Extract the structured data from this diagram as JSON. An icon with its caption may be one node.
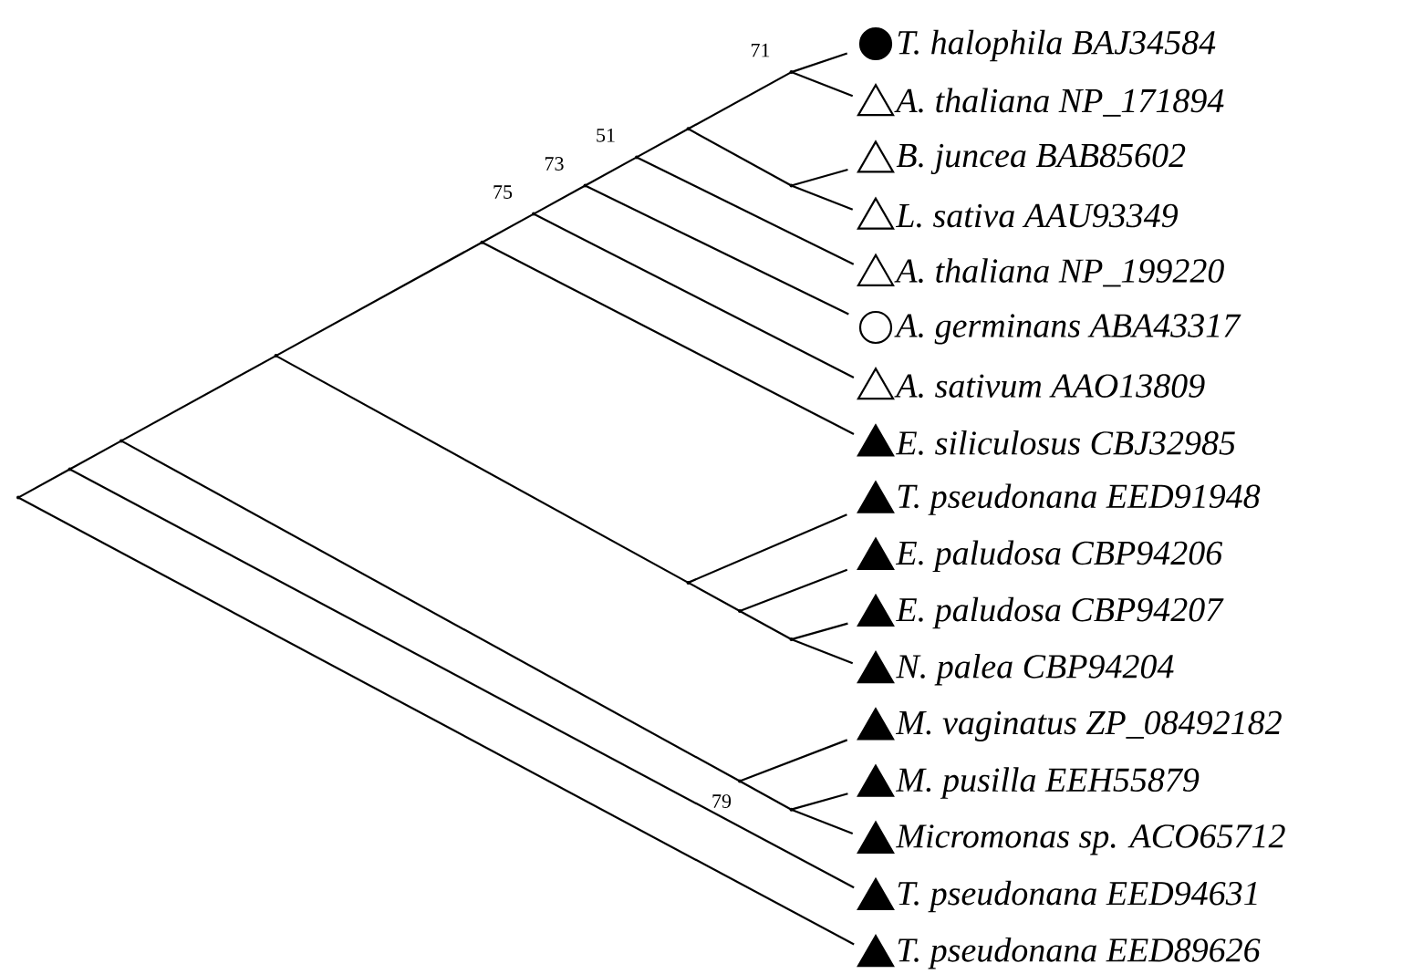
{
  "diagram": {
    "nodes": [
      {
        "text": [],
        "shape": "circle",
        "beside": [
          "T. halophila BAJ34584"
        ]
      },
      {
        "text": [],
        "shape": "triangle",
        "beside": [
          "A. thaliana NP_171894"
        ]
      },
      {
        "text": [],
        "shape": "triangle",
        "beside": [
          "B. juncea BAB85602"
        ]
      },
      {
        "text": [],
        "shape": "triangle",
        "beside": [
          "L. sativa AAU93349"
        ]
      },
      {
        "text": [],
        "shape": "triangle",
        "beside": [
          "A. thaliana NP_199220"
        ]
      },
      {
        "text": [],
        "shape": "circle",
        "beside": [
          "A. germinans ABA43317"
        ]
      },
      {
        "text": [],
        "shape": "triangle",
        "beside": [
          "A. sativum AAO13809"
        ]
      },
      {
        "text": [],
        "shape": "triangle",
        "beside": [
          "E. siliculosus CBJ32985"
        ]
      },
      {
        "text": [],
        "shape": "triangle",
        "beside": [
          "T. pseudonana EED91948"
        ]
      },
      {
        "text": [],
        "shape": "triangle",
        "beside": [
          "E. paludosa CBP94206"
        ]
      },
      {
        "text": [],
        "shape": "triangle",
        "beside": [
          "E. paludosa CBP94207"
        ]
      },
      {
        "text": [],
        "shape": "triangle",
        "beside": [
          "N. palea CBP94204"
        ]
      },
      {
        "text": [],
        "shape": "triangle",
        "beside": [
          "M. vaginatus ZP_08492182"
        ]
      },
      {
        "text": [],
        "shape": "triangle",
        "beside": [
          "M. pusilla EEH55879"
        ]
      },
      {
        "text": [],
        "shape": "triangle",
        "beside": [
          "Micromonas sp. ACO65712"
        ]
      },
      {
        "text": [],
        "shape": "triangle",
        "beside": [
          "T. pseudonana EED94631"
        ]
      },
      {
        "text": [],
        "shape": "triangle",
        "beside": [
          "T. pseudonana EED89626"
        ]
      },
      {
        "text": [],
        "shape": "point"
      },
      {
        "text": [],
        "shape": "point"
      },
      {
        "text": [],
        "shape": "point"
      },
      {
        "text": [],
        "shape": "point"
      },
      {
        "text": [],
        "shape": "point"
      },
      {
        "text": [],
        "shape": "point",
        "beside": [
          "75"
        ]
      },
      {
        "text": [],
        "shape": "point",
        "beside": [
          "73"
        ]
      },
      {
        "text": [],
        "shape": "point",
        "beside": [
          "51"
        ]
      },
      {
        "text": [],
        "shape": "point"
      },
      {
        "text": [],
        "shape": "point",
        "beside": [
          "71"
        ]
      },
      {
        "text": [],
        "shape": "point"
      },
      {
        "text": [],
        "shape": "point"
      },
      {
        "text": [],
        "shape": "point"
      },
      {
        "text": [],
        "shape": "point"
      },
      {
        "text": [],
        "shape": "point",
        "beside": [
          "79"
        ]
      },
      {
        "text": [],
        "shape": "point"
      }
    ],
    "edges": [
      {
        "from": 17,
        "to": 18,
        "arrow": "none"
      },
      {
        "from": 17,
        "to": 16,
        "arrow": "none"
      },
      {
        "from": 18,
        "to": 19,
        "arrow": "none"
      },
      {
        "from": 18,
        "to": 15,
        "arrow": "none"
      },
      {
        "from": 19,
        "to": 20,
        "arrow": "none"
      },
      {
        "from": 19,
        "to": 31,
        "arrow": "none"
      },
      {
        "from": 20,
        "to": 21,
        "arrow": "none"
      },
      {
        "from": 20,
        "to": 28,
        "arrow": "none"
      },
      {
        "from": 21,
        "to": 22,
        "arrow": "none"
      },
      {
        "from": 21,
        "to": 7,
        "arrow": "none"
      },
      {
        "from": 22,
        "to": 23,
        "arrow": "none"
      },
      {
        "from": 22,
        "to": 6,
        "arrow": "none"
      },
      {
        "from": 23,
        "to": 24,
        "arrow": "none"
      },
      {
        "from": 23,
        "to": 5,
        "arrow": "none"
      },
      {
        "from": 24,
        "to": 25,
        "arrow": "none"
      },
      {
        "from": 24,
        "to": 4,
        "arrow": "none"
      },
      {
        "from": 25,
        "to": 26,
        "arrow": "none"
      },
      {
        "from": 25,
        "to": 27,
        "arrow": "none"
      },
      {
        "from": 26,
        "to": 0,
        "arrow": "none"
      },
      {
        "from": 26,
        "to": 1,
        "arrow": "none"
      },
      {
        "from": 27,
        "to": 2,
        "arrow": "none"
      },
      {
        "from": 27,
        "to": 3,
        "arrow": "none"
      },
      {
        "from": 28,
        "to": 8,
        "arrow": "none"
      },
      {
        "from": 28,
        "to": 29,
        "arrow": "none"
      },
      {
        "from": 29,
        "to": 9,
        "arrow": "none"
      },
      {
        "from": 29,
        "to": 30,
        "arrow": "none"
      },
      {
        "from": 30,
        "to": 10,
        "arrow": "none"
      },
      {
        "from": 30,
        "to": 11,
        "arrow": "none"
      },
      {
        "from": 31,
        "to": 12,
        "arrow": "none"
      },
      {
        "from": 31,
        "to": 32,
        "arrow": "none"
      },
      {
        "from": 32,
        "to": 13,
        "arrow": "none"
      },
      {
        "from": 32,
        "to": 14,
        "arrow": "none"
      }
    ]
  }
}
